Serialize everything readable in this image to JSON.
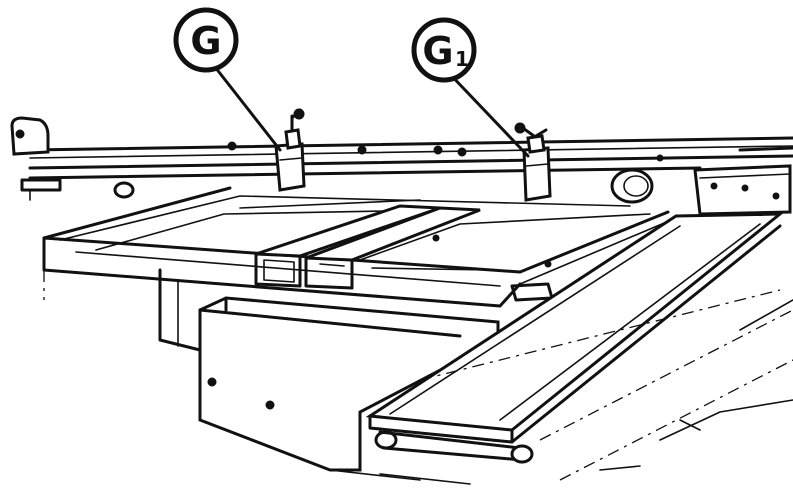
{
  "callouts": {
    "g": {
      "letter": "G",
      "subscript": ""
    },
    "g1": {
      "letter": "G",
      "subscript": "1"
    }
  }
}
